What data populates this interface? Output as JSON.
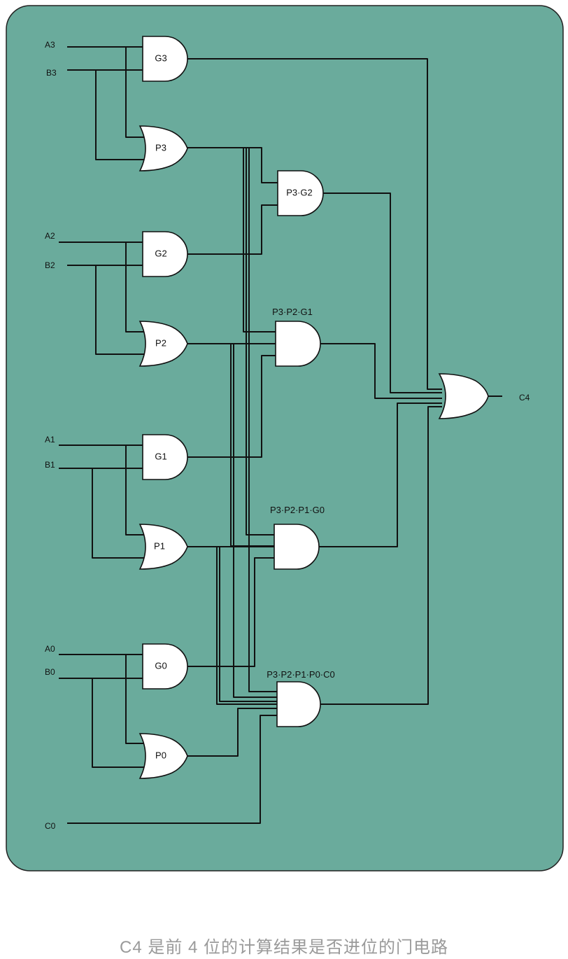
{
  "colors": {
    "panel": "#6aab9c",
    "wire": "#111111",
    "gate_fill": "#ffffff",
    "caption": "#9a9a9a"
  },
  "inputs": {
    "a3": "A3",
    "b3": "B3",
    "a2": "A2",
    "b2": "B2",
    "a1": "A1",
    "b1": "B1",
    "a0": "A0",
    "b0": "B0",
    "c0": "C0"
  },
  "gates": {
    "g3": "G3",
    "p3": "P3",
    "g2": "G2",
    "p2": "P2",
    "g1": "G1",
    "p1": "P1",
    "g0": "G0",
    "p0": "P0",
    "p3g2": "P3·G2",
    "p3p2g1": "P3·P2·G1",
    "p3p2p1g0": "P3·P2·P1·G0",
    "p3p2p1p0c0": "P3·P2·P1·P0·C0"
  },
  "output": {
    "c4": "C4"
  },
  "caption": "C4 是前 4 位的计算结果是否进位的门电路"
}
